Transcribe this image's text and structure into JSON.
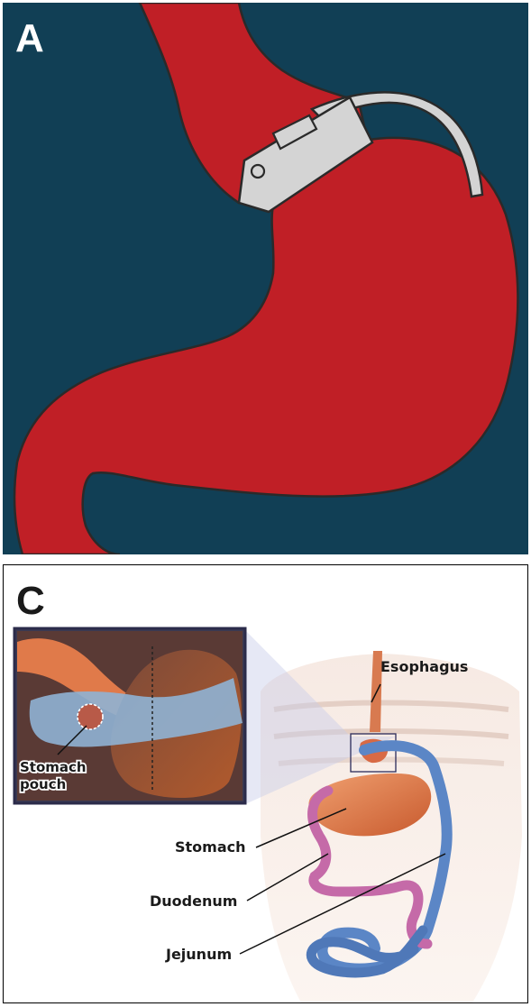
{
  "panel_a": {
    "letter": "A",
    "colors": {
      "background": "#113f55",
      "stomach": "#c01f26",
      "band": "#d4d4d4",
      "outline": "#2a2a2a"
    }
  },
  "panel_c": {
    "letter": "C",
    "labels": {
      "esophagus": "Esophagus",
      "stomach": "Stomach",
      "duodenum": "Duodenum",
      "jejunum": "Jejunum",
      "stomach_pouch_line1": "Stomach",
      "stomach_pouch_line2": "pouch"
    },
    "colors": {
      "intestine_blue": "#5b86c6",
      "intestine_pink": "#c56aa8",
      "stomach_orange": "#e8844d"
    }
  }
}
